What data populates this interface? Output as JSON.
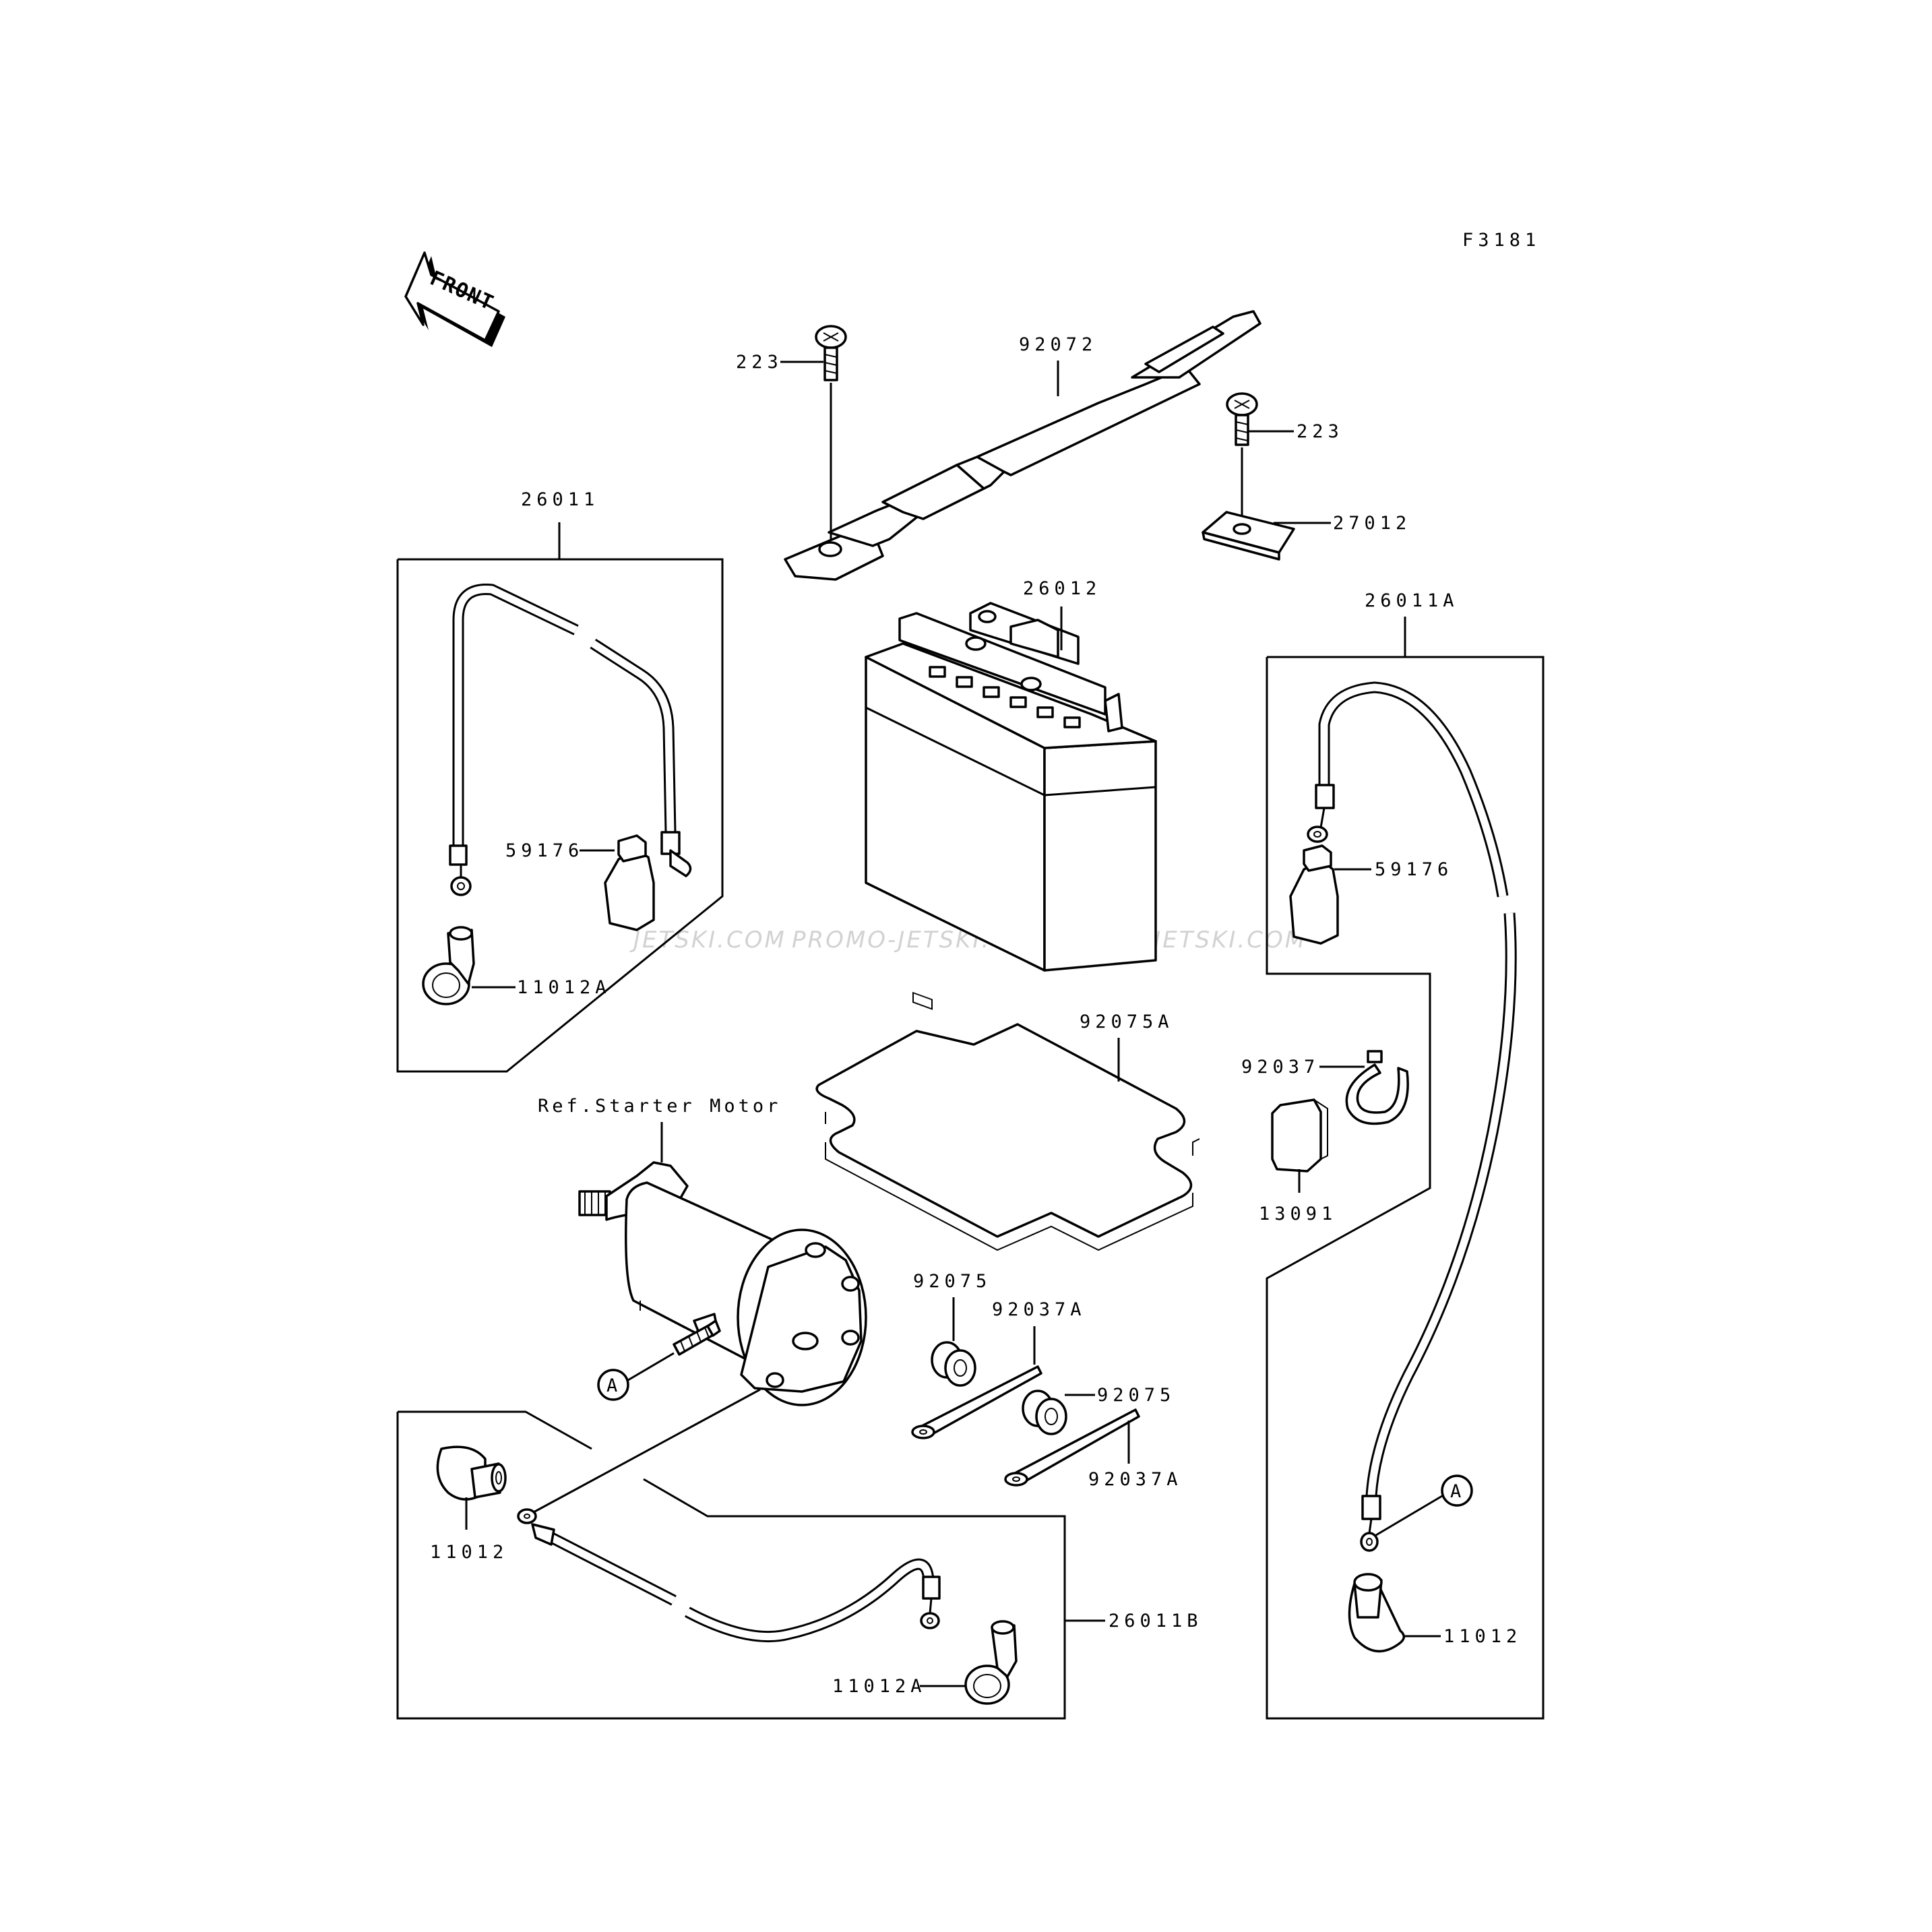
{
  "figure_code": "F3181",
  "front_label": "FRONT",
  "watermark": [
    "JETSKI.COM",
    "PROMO-JETSKI.COM",
    "PROMO-JETSKI.COM"
  ],
  "ref_label": "Ref.Starter Motor",
  "callout_marker": "A",
  "parts": {
    "screw_left": "223",
    "strap": "92072",
    "screw_right": "223",
    "bracket": "27012",
    "cable_set_left": "26011",
    "battery": "26012",
    "cable_set_right": "26011A",
    "cap_left": "59176",
    "cap_right": "59176",
    "cover_left": "11012A",
    "pad": "92075A",
    "band": "92037",
    "cap_small": "13091",
    "grommet_top": "92075",
    "pin_top": "92037A",
    "grommet_bottom": "92075",
    "pin_bottom": "92037A",
    "cover_bottom_left": "11012",
    "cable_set_bottom": "26011B",
    "cover_bottom_right": "11012A",
    "cover_right": "11012"
  }
}
